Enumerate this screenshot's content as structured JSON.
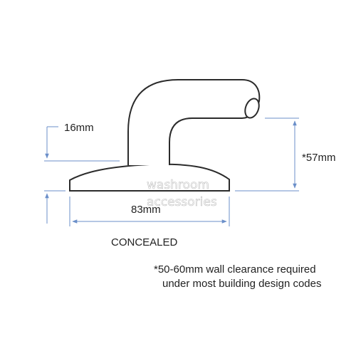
{
  "dimensions": {
    "height_label": "16mm",
    "projection_label": "*57mm",
    "width_label": "83mm"
  },
  "caption": "CONCEALED",
  "note": {
    "line1": "*50-60mm wall clearance required",
    "line2": "under most building design codes"
  },
  "watermark": {
    "line1": "washroom",
    "line2": "accessories"
  },
  "colors": {
    "outline": "#2b2b2b",
    "dimension_line": "#6b8fc9",
    "text": "#222222"
  }
}
